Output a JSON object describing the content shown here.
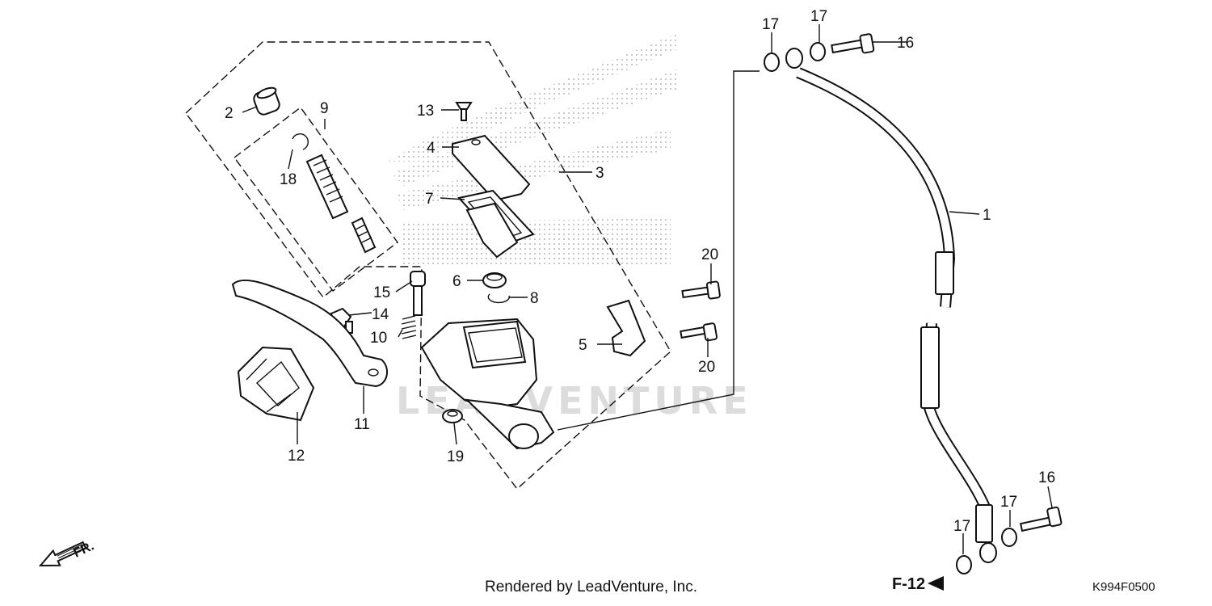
{
  "watermark": {
    "text": "LEADVENTURE"
  },
  "footer": {
    "credit": "Rendered by LeadVenture, Inc.",
    "diagram_code": "K994F0500",
    "figure_ref": "F-12"
  },
  "direction_indicator": {
    "label": "FR."
  },
  "callouts": {
    "c1": "1",
    "c2": "2",
    "c3": "3",
    "c4": "4",
    "c5": "5",
    "c6": "6",
    "c7": "7",
    "c8": "8",
    "c9": "9",
    "c10": "10",
    "c11": "11",
    "c12": "12",
    "c13": "13",
    "c14": "14",
    "c15": "15",
    "c16a": "16",
    "c16b": "16",
    "c17a": "17",
    "c17b": "17",
    "c17c": "17",
    "c17d": "17",
    "c18": "18",
    "c19": "19",
    "c20a": "20",
    "c20b": "20"
  }
}
